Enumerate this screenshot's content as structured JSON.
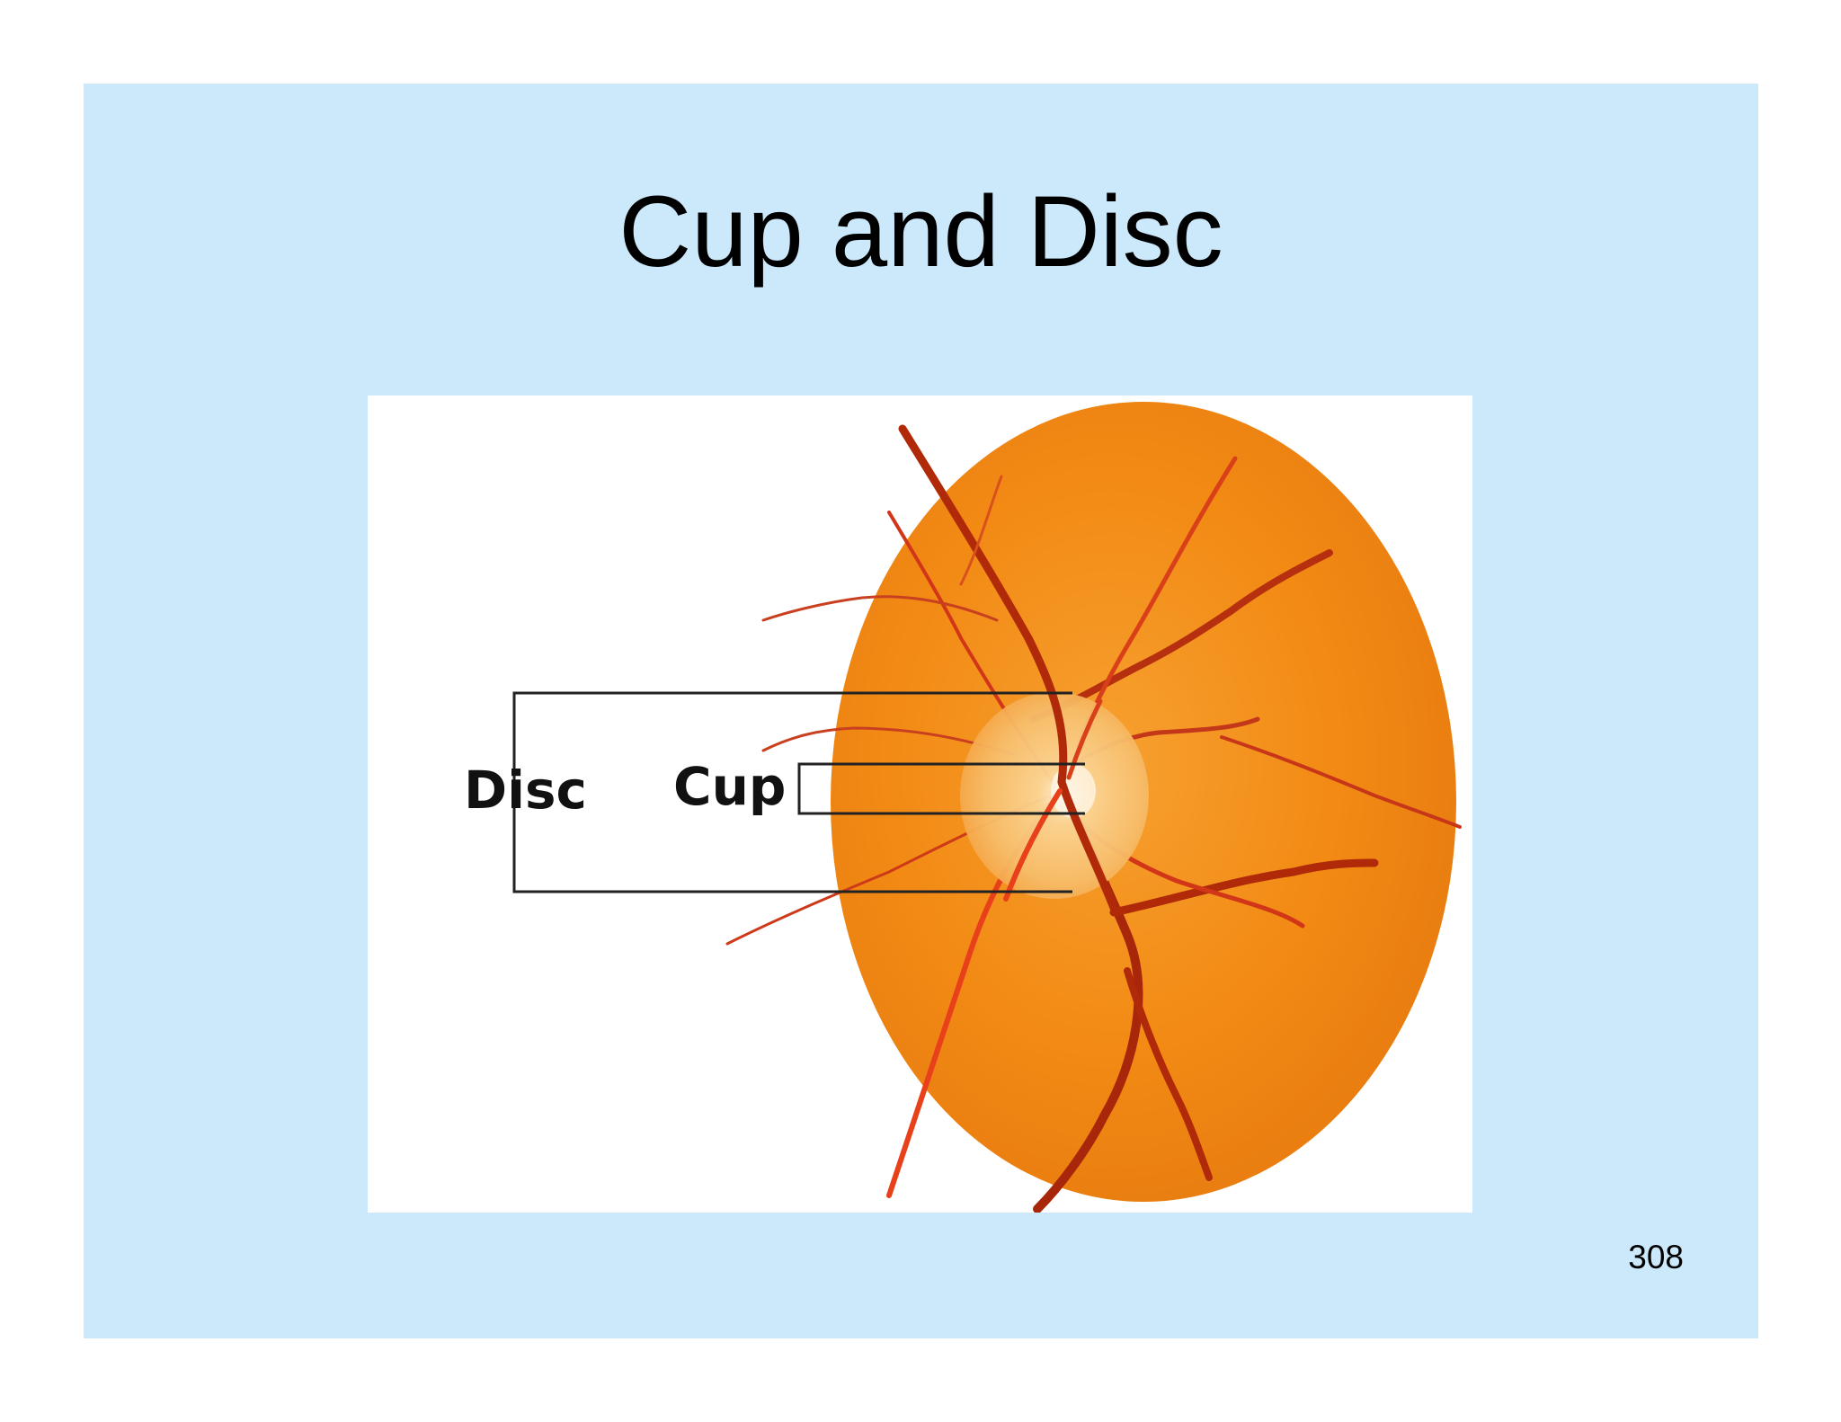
{
  "slide": {
    "title": "Cup and Disc",
    "page_number": "308",
    "background_color": "#cce9fb"
  },
  "figure": {
    "image": "fundus-photograph-icon",
    "labels": {
      "disc": "Disc",
      "cup": "Cup"
    },
    "colors": {
      "retina": "#f58d14",
      "vessel": "#b52a0c",
      "optic_disc": "#f8c880"
    }
  }
}
